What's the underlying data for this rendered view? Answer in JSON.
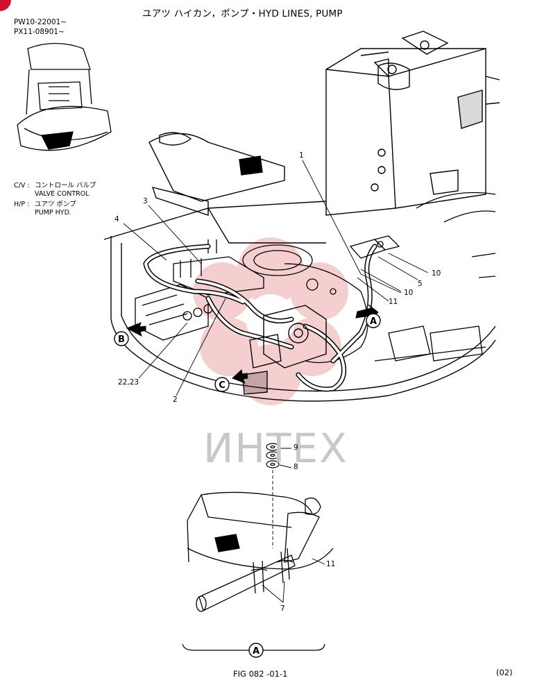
{
  "title": "ユアツ ハイカン，ポンプ・HYD LINES, PUMP",
  "serials": [
    "PW10-22001~",
    "PX11-08901~"
  ],
  "legend": [
    {
      "key": "C/V :",
      "jp": "コントロール バルブ",
      "en": "VALVE CONTROL"
    },
    {
      "key": "H/P :",
      "jp": "ユアツ ポンプ",
      "en": "PUMP HYD."
    }
  ],
  "callouts": {
    "c1": "1",
    "c2": "2",
    "c3": "3",
    "c4": "4",
    "c5": "5",
    "c7": "7",
    "c8": "8",
    "c9": "9",
    "c10a": "10",
    "c10b": "10",
    "c11a": "11",
    "c11b": "11",
    "c2223": "22,23"
  },
  "view_markers": {
    "a1": "A",
    "b": "B",
    "c": "C",
    "a2": "A"
  },
  "watermark": "ИНТЕХ",
  "figure_label": "FIG  082 -01-1",
  "revision": "(02)",
  "colors": {
    "watermark": "#e8a0a0",
    "ink": "#000000",
    "corner_badge": "#d0102a"
  }
}
